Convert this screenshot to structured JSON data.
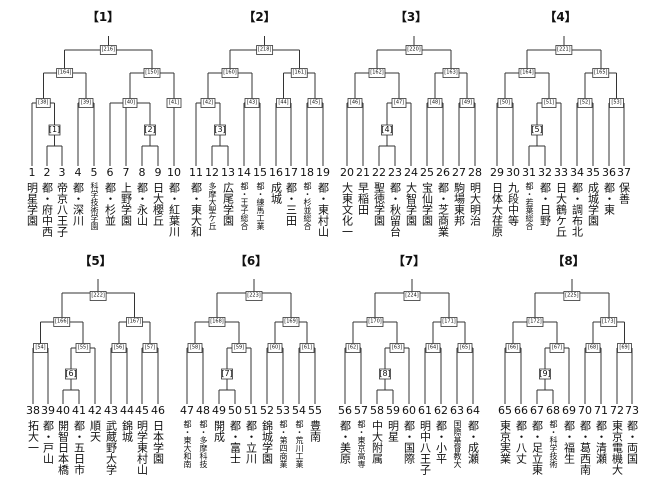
{
  "blocks": [
    {
      "label": "【1】",
      "top": "[216]",
      "mids": [
        "[164]",
        "[150]"
      ],
      "lows": [
        "[38]",
        "[39]",
        "[40]",
        "[41]"
      ],
      "seeds": [
        "[1]",
        "[2]"
      ],
      "teams": [
        {
          "no": "1",
          "name": "明星学園"
        },
        {
          "no": "2",
          "name": "都・府中西"
        },
        {
          "no": "3",
          "name": "帝京八王子"
        },
        {
          "no": "4",
          "name": "都・深川"
        },
        {
          "no": "5",
          "name": "科学技術学園"
        },
        {
          "no": "6",
          "name": "都・杉並"
        },
        {
          "no": "7",
          "name": "上野学園"
        },
        {
          "no": "8",
          "name": "都・永山"
        },
        {
          "no": "9",
          "name": "日大櫻丘"
        },
        {
          "no": "10",
          "name": "都・紅葉川"
        }
      ]
    },
    {
      "label": "【2】",
      "top": "[218]",
      "mids": [
        "[160]",
        "[161]"
      ],
      "lows": [
        "[42]",
        "[43]",
        "[44]",
        "[45]"
      ],
      "seeds": [
        "[3]"
      ],
      "teams": [
        {
          "no": "11",
          "name": "都・東大和"
        },
        {
          "no": "12",
          "name": "多摩大聖ケ丘"
        },
        {
          "no": "13",
          "name": "広尾学園"
        },
        {
          "no": "14",
          "name": "都・王子総合"
        },
        {
          "no": "15",
          "name": "都・練馬工業"
        },
        {
          "no": "16",
          "name": "成城"
        },
        {
          "no": "17",
          "name": "都・三田"
        },
        {
          "no": "18",
          "name": "都・杉並総合"
        },
        {
          "no": "19",
          "name": "都・東村山"
        }
      ]
    },
    {
      "label": "【3】",
      "top": "[220]",
      "mids": [
        "[162]",
        "[163]"
      ],
      "lows": [
        "[46]",
        "[47]",
        "[48]",
        "[49]"
      ],
      "seeds": [
        "[4]"
      ],
      "teams": [
        {
          "no": "20",
          "name": "大東文化一"
        },
        {
          "no": "21",
          "name": "早稲田"
        },
        {
          "no": "22",
          "name": "聖徳学園"
        },
        {
          "no": "23",
          "name": "都・秋留台"
        },
        {
          "no": "24",
          "name": "大智学園"
        },
        {
          "no": "25",
          "name": "宝仙学園"
        },
        {
          "no": "26",
          "name": "都・芝商業"
        },
        {
          "no": "27",
          "name": "駒場東邦"
        },
        {
          "no": "28",
          "name": "明大明治"
        }
      ]
    },
    {
      "label": "【4】",
      "top": "[221]",
      "mids": [
        "[164]",
        "[165]"
      ],
      "lows": [
        "[50]",
        "[51]",
        "[52]",
        "[53]"
      ],
      "seeds": [
        "[5]"
      ],
      "teams": [
        {
          "no": "29",
          "name": "日体大荏原"
        },
        {
          "no": "30",
          "name": "九段中等"
        },
        {
          "no": "31",
          "name": "都・若葉総合"
        },
        {
          "no": "32",
          "name": "都・日野"
        },
        {
          "no": "33",
          "name": "日大鶴ケ丘"
        },
        {
          "no": "34",
          "name": "都・調布北"
        },
        {
          "no": "35",
          "name": "成城学園"
        },
        {
          "no": "36",
          "name": "都・東"
        },
        {
          "no": "37",
          "name": "保善"
        }
      ]
    },
    {
      "label": "【5】",
      "top": "[222]",
      "mids": [
        "[166]",
        "[167]"
      ],
      "lows": [
        "[54]",
        "[55]",
        "[56]",
        "[57]"
      ],
      "seeds": [
        "[6]"
      ],
      "teams": [
        {
          "no": "38",
          "name": "拓大一"
        },
        {
          "no": "39",
          "name": "都・戸山"
        },
        {
          "no": "40",
          "name": "開智日本橋"
        },
        {
          "no": "41",
          "name": "都・五日市"
        },
        {
          "no": "42",
          "name": "順天"
        },
        {
          "no": "43",
          "name": "武蔵野大学"
        },
        {
          "no": "44",
          "name": "錦城"
        },
        {
          "no": "45",
          "name": "明学東村山"
        },
        {
          "no": "46",
          "name": "日本学園"
        }
      ]
    },
    {
      "label": "【6】",
      "top": "[223]",
      "mids": [
        "[168]",
        "[169]"
      ],
      "lows": [
        "[58]",
        "[59]",
        "[60]",
        "[61]"
      ],
      "seeds": [
        "[7]"
      ],
      "teams": [
        {
          "no": "47",
          "name": "都・東大和南"
        },
        {
          "no": "48",
          "name": "都・多摩科技"
        },
        {
          "no": "49",
          "name": "開成"
        },
        {
          "no": "50",
          "name": "都・富士"
        },
        {
          "no": "51",
          "name": "都・立川"
        },
        {
          "no": "52",
          "name": "錦城学園"
        },
        {
          "no": "53",
          "name": "都・第四商業"
        },
        {
          "no": "54",
          "name": "都・荒川工業"
        },
        {
          "no": "55",
          "name": "豊南"
        }
      ]
    },
    {
      "label": "【7】",
      "top": "[224]",
      "mids": [
        "[170]",
        "[171]"
      ],
      "lows": [
        "[62]",
        "[63]",
        "[64]",
        "[65]"
      ],
      "seeds": [
        "[8]"
      ],
      "teams": [
        {
          "no": "56",
          "name": "都・美原"
        },
        {
          "no": "57",
          "name": "都・東京高専"
        },
        {
          "no": "58",
          "name": "中大附属"
        },
        {
          "no": "59",
          "name": "明星"
        },
        {
          "no": "60",
          "name": "都・国際"
        },
        {
          "no": "61",
          "name": "明中八王子"
        },
        {
          "no": "62",
          "name": "都・小平"
        },
        {
          "no": "63",
          "name": "国際基督教大"
        },
        {
          "no": "64",
          "name": "都・成瀬"
        }
      ]
    },
    {
      "label": "【8】",
      "top": "[225]",
      "mids": [
        "[172]",
        "[173]"
      ],
      "lows": [
        "[66]",
        "[67]",
        "[68]",
        "[69]"
      ],
      "seeds": [
        "[9]"
      ],
      "teams": [
        {
          "no": "65",
          "name": "東京実業"
        },
        {
          "no": "66",
          "name": "都・八丈"
        },
        {
          "no": "67",
          "name": "都・足立東"
        },
        {
          "no": "68",
          "name": "都・科学技術"
        },
        {
          "no": "69",
          "name": "都・福生"
        },
        {
          "no": "70",
          "name": "都・葛西南"
        },
        {
          "no": "71",
          "name": "都・清瀬"
        },
        {
          "no": "72",
          "name": "東京電機大"
        },
        {
          "no": "73",
          "name": "都・両国"
        }
      ]
    }
  ]
}
